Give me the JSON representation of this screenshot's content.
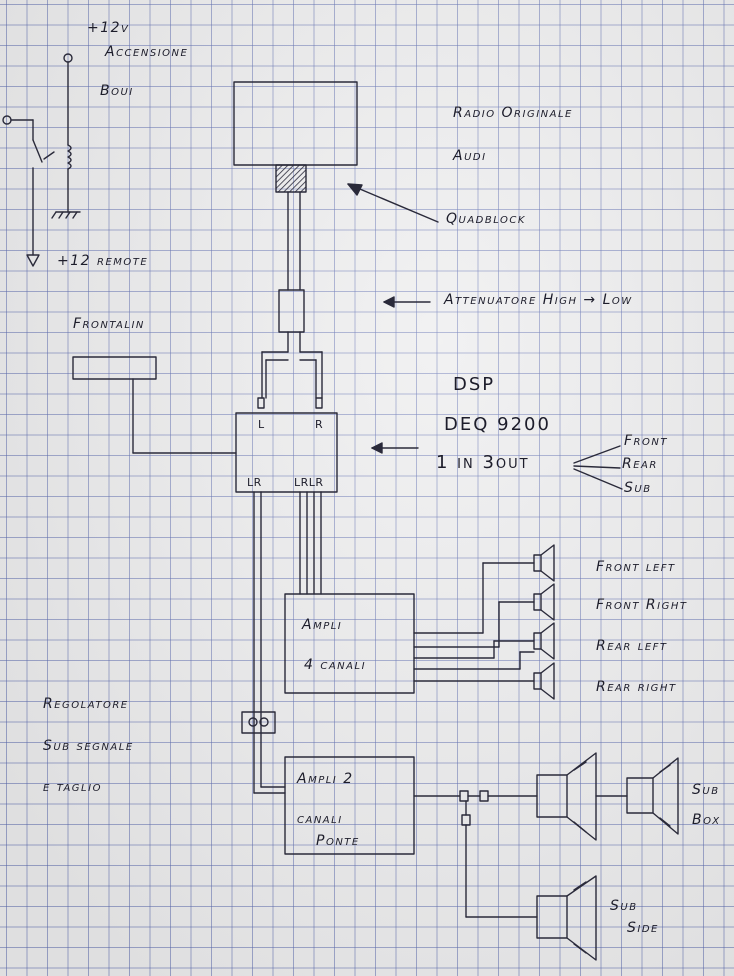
{
  "ignition": {
    "plus12v": "+12v",
    "accensione_line1": "Accensione",
    "accensione_line2": "Boui",
    "remote": "+12 remote"
  },
  "radio": {
    "title_line1": "Radio Originale",
    "title_line2": "Audi",
    "quadblock": "Quadblock"
  },
  "attenuator": {
    "label": "Attenuatore High → Low"
  },
  "frontalino": {
    "label": "Frontalin"
  },
  "dsp": {
    "line1": "DSP",
    "line2": "DEQ 9200",
    "line3": "1 in 3out",
    "left_in": "L",
    "right_in": "R",
    "out_1": "LR",
    "out_2": "LRLR",
    "outputs": [
      "Front",
      "Rear",
      "Sub"
    ]
  },
  "ampli4": {
    "line1": "Ampli",
    "line2": "4 canali",
    "speakers": [
      "Front left",
      "Front Right",
      "Rear left",
      "Rear right"
    ]
  },
  "regolatore": {
    "line1": "Regolatore",
    "line2": "Sub segnale",
    "line3": "e taglio"
  },
  "ampli2": {
    "line1": "Ampli 2",
    "line2": "canali",
    "line3": "Ponte"
  },
  "subs": {
    "box_line1": "Sub",
    "box_line2": "Box",
    "side_line1": "Sub",
    "side_line2": "Side"
  }
}
